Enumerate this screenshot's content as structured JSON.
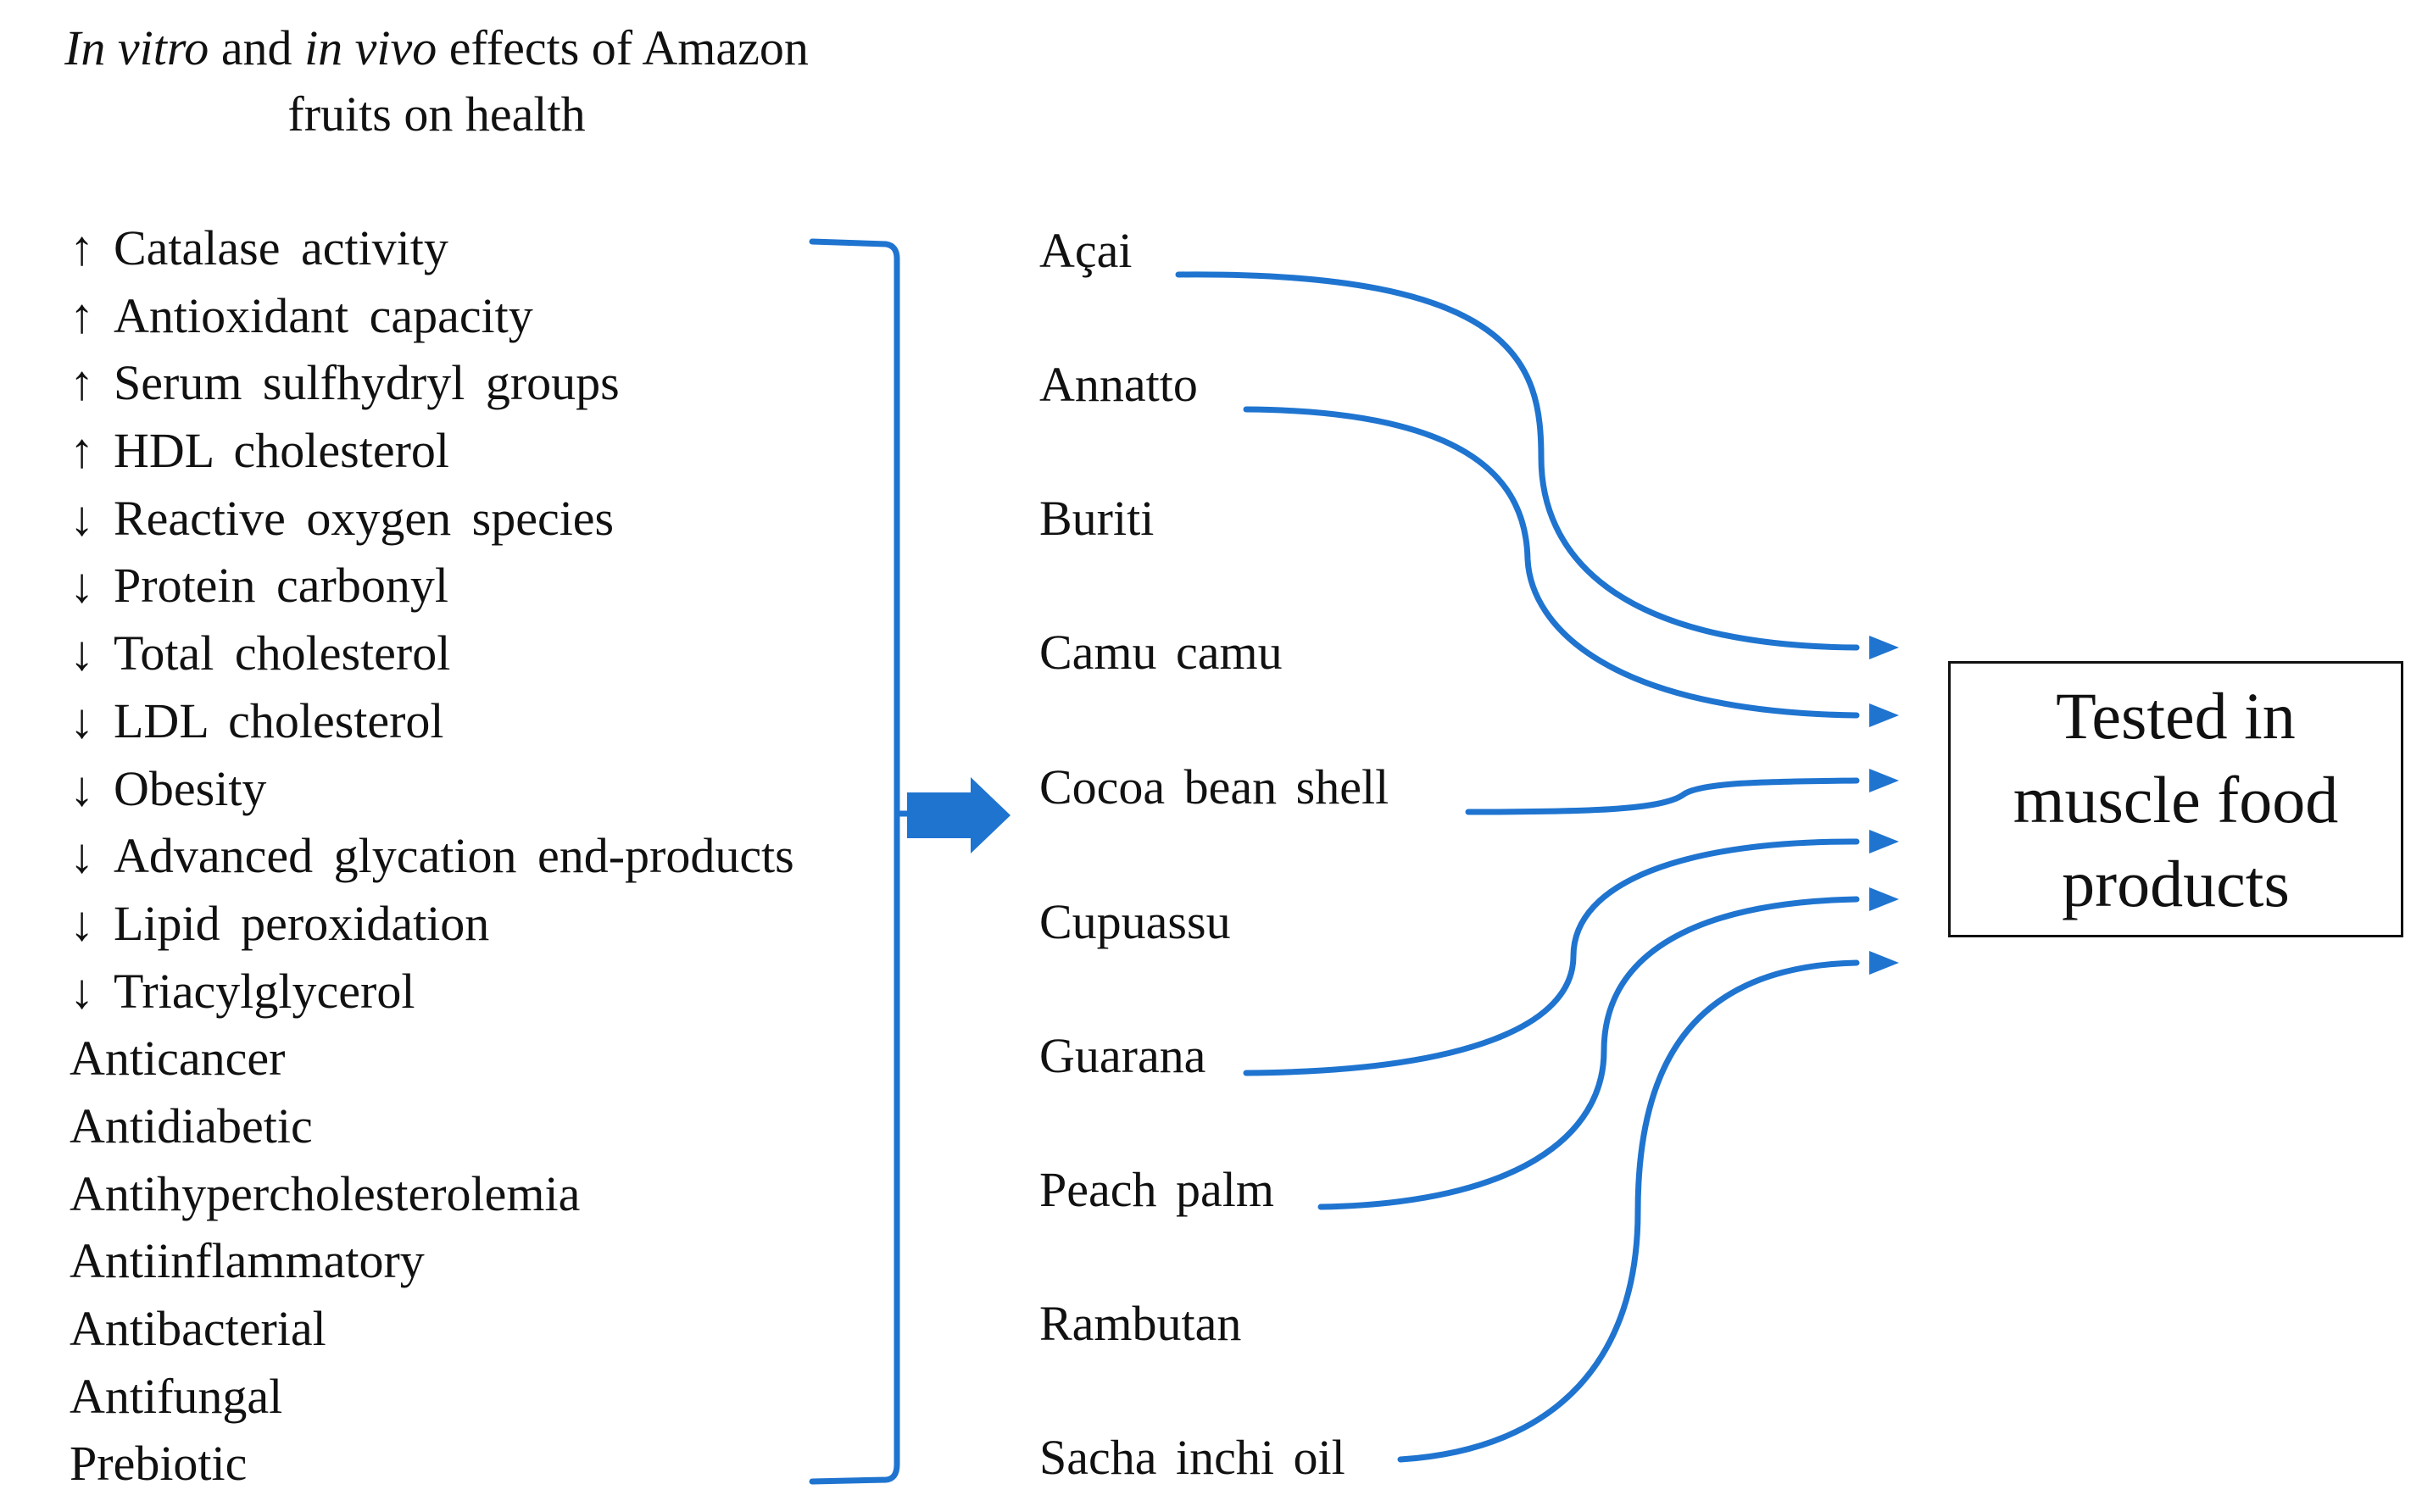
{
  "title": {
    "part1": "In vitro",
    "part2": " and ",
    "part3": "in vivo",
    "part4": " effects of Amazon",
    "line2": "fruits on health"
  },
  "effects": [
    {
      "arrow": "↑",
      "text": "Catalase activity"
    },
    {
      "arrow": "↑",
      "text": "Antioxidant capacity"
    },
    {
      "arrow": "↑",
      "text": "Serum sulfhydryl groups"
    },
    {
      "arrow": "↑",
      "text": "HDL cholesterol"
    },
    {
      "arrow": "↓",
      "text": "Reactive oxygen species"
    },
    {
      "arrow": "↓",
      "text": "Protein carbonyl"
    },
    {
      "arrow": "↓",
      "text": "Total cholesterol"
    },
    {
      "arrow": "↓",
      "text": "LDL cholesterol"
    },
    {
      "arrow": "↓",
      "text": "Obesity"
    },
    {
      "arrow": "↓",
      "text": "Advanced glycation end-products"
    },
    {
      "arrow": "↓",
      "text": "Lipid peroxidation"
    },
    {
      "arrow": "↓",
      "text": "Triacylglycerol"
    },
    {
      "arrow": "",
      "text": "Anticancer"
    },
    {
      "arrow": "",
      "text": "Antidiabetic"
    },
    {
      "arrow": "",
      "text": "Antihypercholesterolemia"
    },
    {
      "arrow": "",
      "text": "Antiinflammatory"
    },
    {
      "arrow": "",
      "text": "Antibacterial"
    },
    {
      "arrow": "",
      "text": "Antifungal"
    },
    {
      "arrow": "",
      "text": "Prebiotic"
    }
  ],
  "fruits": [
    "Açai",
    "Annatto",
    "Buriti",
    "Camu camu",
    "Cocoa bean shell",
    "Cupuassu",
    "Guarana",
    "Peach palm",
    "Rambutan",
    "Sacha inchi oil"
  ],
  "tested_fruits": [
    "Açai",
    "Annatto",
    "Cocoa bean shell",
    "Guarana",
    "Peach palm",
    "Sacha inchi oil"
  ],
  "result_box": {
    "line1": "Tested in",
    "line2": "muscle food",
    "line3": "products"
  },
  "colors": {
    "arrow": "#1f74d0",
    "text": "#111111"
  }
}
